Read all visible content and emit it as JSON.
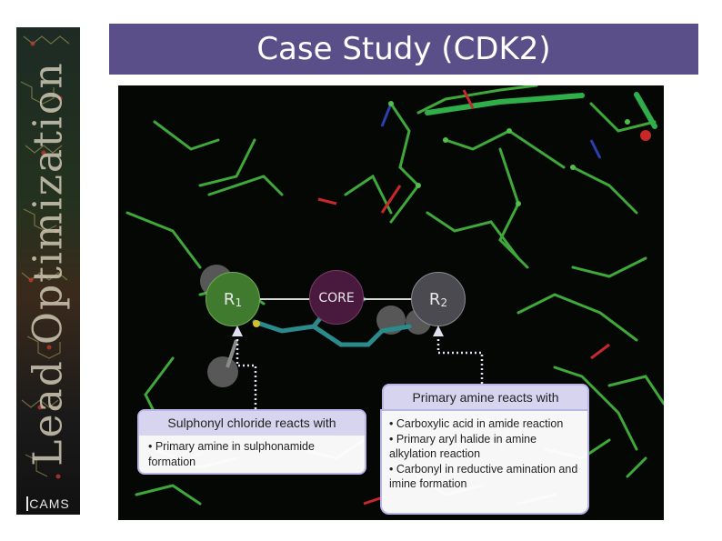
{
  "banner": {
    "title": "Lead Optimization",
    "logo": "CAMS"
  },
  "slide": {
    "title": "Case Study (CDK2)"
  },
  "diagram": {
    "r1_label": "R",
    "r1_sub": "1",
    "core_label": "CORE",
    "r2_label": "R",
    "r2_sub": "2"
  },
  "callouts": {
    "left": {
      "header": "Sulphonyl chloride reacts with",
      "items": [
        "• Primary amine in sulphonamide formation"
      ]
    },
    "right": {
      "header": "Primary amine reacts with",
      "items": [
        "• Carboxylic acid in amide reaction",
        "• Primary aryl halide in amine alkylation reaction",
        "• Carbonyl in reductive amination and imine formation"
      ]
    }
  },
  "colors": {
    "title_bar": "#5b4f8a",
    "r1_node": "#3f7a2e",
    "core_node": "#4a1a3e",
    "r2_node": "#4a4a50",
    "callout_border": "#b9b6e6",
    "callout_header": "#d6d4ee"
  }
}
